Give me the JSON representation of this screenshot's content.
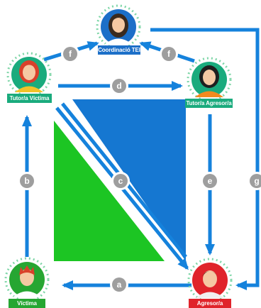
{
  "colors": {
    "arrow": "#1582dc",
    "triangle_blue": "#1577d1",
    "triangle_green": "#1cc523",
    "label_blue": "#1c6fc8",
    "label_teal": "#1aab7d",
    "label_green": "#26a632",
    "label_red": "#e0242b",
    "badge": "#9e9e9e"
  },
  "nodes": {
    "coordinacio": {
      "label": "Coordinació TEI"
    },
    "tutor_victima": {
      "label": "Tutor/a Víctima"
    },
    "tutor_agresor": {
      "label": "Tutor/a  Agresor/a"
    },
    "victima": {
      "label": "Víctima"
    },
    "agresor": {
      "label": "Agresor/a"
    }
  },
  "steps": {
    "a": "a",
    "b": "b",
    "c": "c",
    "d": "d",
    "e": "e",
    "f_left": "f",
    "f_right": "f",
    "g": "g"
  }
}
